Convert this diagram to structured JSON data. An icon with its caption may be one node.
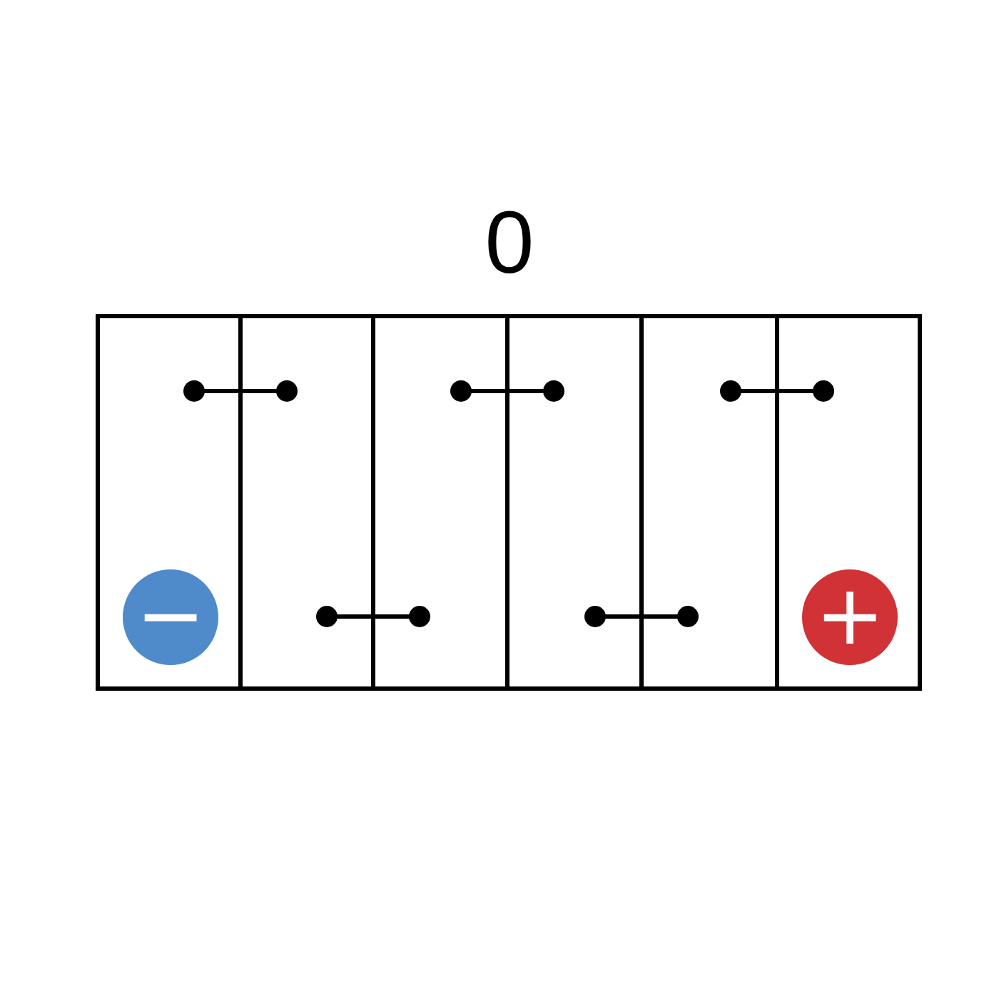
{
  "diagram": {
    "title": "0",
    "nodes": [
      {
        "text": [],
        "shape": "box"
      },
      {
        "text": [],
        "shape": "box"
      },
      {
        "text": [],
        "shape": "box"
      },
      {
        "text": [],
        "shape": "box"
      },
      {
        "text": [],
        "shape": "box"
      },
      {
        "text": [],
        "shape": "box"
      },
      {
        "text": [
          "−"
        ],
        "in": 0
      },
      {
        "text": [
          "+"
        ],
        "in": 5
      }
    ],
    "edges": [
      {
        "from": 0,
        "to": 1,
        "arrow": "other"
      },
      {
        "from": 1,
        "to": 2,
        "arrow": "other"
      },
      {
        "from": 2,
        "to": 3,
        "arrow": "other"
      },
      {
        "from": 3,
        "to": 4,
        "arrow": "other"
      },
      {
        "from": 4,
        "to": 5,
        "arrow": "other"
      }
    ]
  }
}
